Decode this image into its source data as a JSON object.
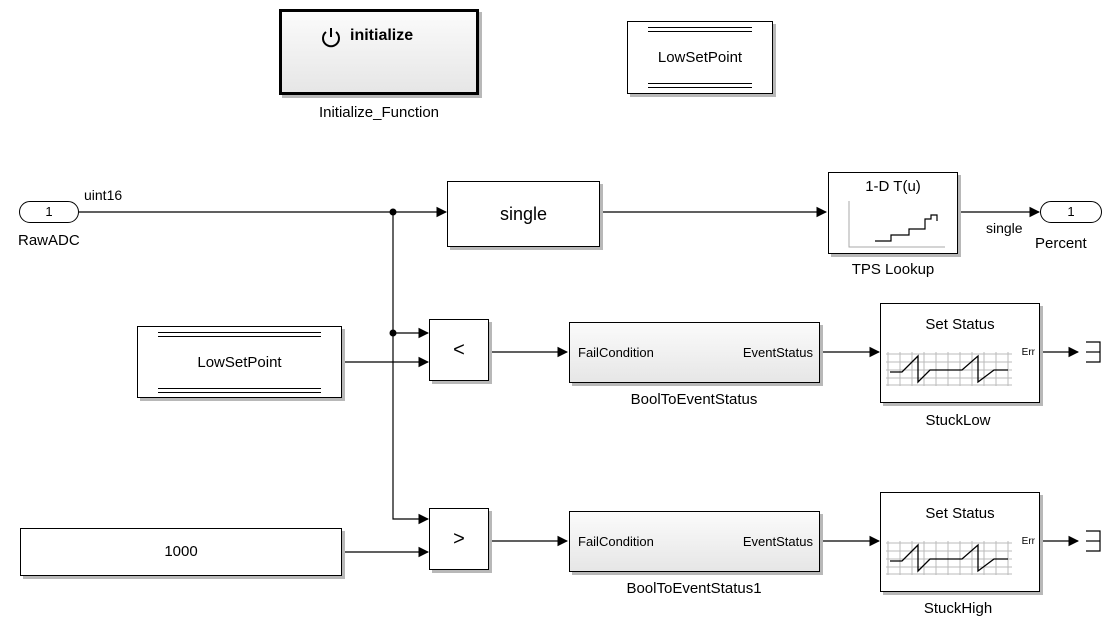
{
  "blocks": {
    "init": {
      "icon": "power-icon",
      "text": "initialize",
      "label": "Initialize_Function"
    },
    "store_top": {
      "text": "LowSetPoint"
    },
    "inport": {
      "number": "1",
      "label": "RawADC",
      "signal": "uint16"
    },
    "convert": {
      "text": "single"
    },
    "lookup": {
      "title": "1-D T(u)",
      "label": "TPS Lookup"
    },
    "outport": {
      "number": "1",
      "label": "Percent",
      "signal": "single"
    },
    "store_mid": {
      "text": "LowSetPoint"
    },
    "constant": {
      "text": "1000"
    },
    "rel_lt": {
      "op": "<"
    },
    "rel_gt": {
      "op": ">"
    },
    "bool1": {
      "in": "FailCondition",
      "out": "EventStatus",
      "label": "BoolToEventStatus"
    },
    "bool2": {
      "in": "FailCondition",
      "out": "EventStatus",
      "label": "BoolToEventStatus1"
    },
    "status1": {
      "title": "Set Status",
      "port": "Err",
      "label": "StuckLow"
    },
    "status2": {
      "title": "Set Status",
      "port": "Err",
      "label": "StuckHigh"
    }
  }
}
